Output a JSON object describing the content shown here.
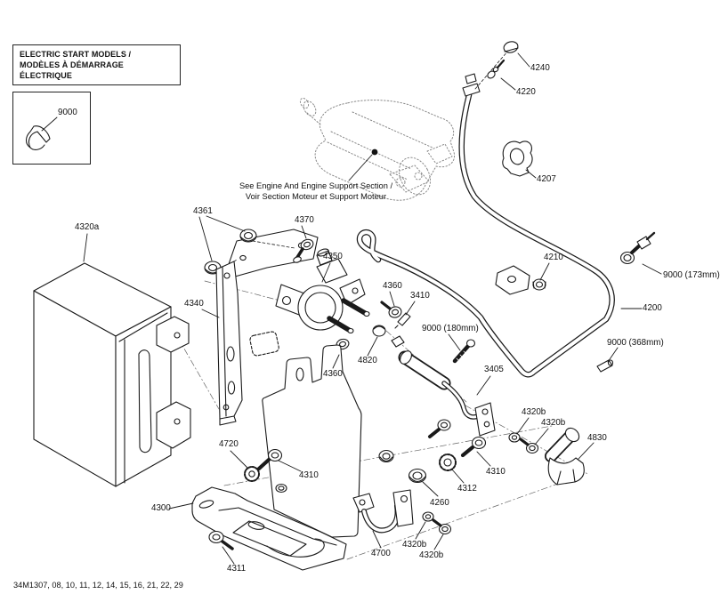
{
  "title_box": {
    "line1": "ELECTRIC START MODELS /",
    "line2": "MODÈLES À DÉMARRAGE ÉLECTRIQUE"
  },
  "inset": {
    "part_label": "9000"
  },
  "engine_note": {
    "line1": "See Engine And Engine Support Section /",
    "line2": "Voir Section Moteur et Support Moteur"
  },
  "footer": {
    "model_list": "34M1307, 08, 10, 11, 12, 14, 15, 16, 21, 22, 29"
  },
  "colors": {
    "line": "#1a1a1a",
    "ghost": "#8a8a8a",
    "dashdot": "#555555",
    "background": "#ffffff"
  },
  "callouts": {
    "battery": "4320a",
    "grommet": "4361",
    "bolt_bracket": "4370",
    "solenoid": "4350",
    "bracket": "4340",
    "bolt_solenoid_upper": "4360",
    "fuse_link": "3410",
    "nut_cable": "4210",
    "strap_173": "9000 (173mm)",
    "battery_cable": "4200",
    "strap_368": "9000 (368mm)",
    "bolt_180": "9000 (180mm)",
    "terminal_cap": "4820",
    "bolt_solenoid_lower": "4360",
    "starter_cable": "3405",
    "cap_top": "4240",
    "bolt_top": "4220",
    "clamp": "4207",
    "lock_washer_front": "4720",
    "bolt_tray_left": "4310",
    "tray": "4300",
    "bolt_tray_front": "4311",
    "bolt_support_right": "4310",
    "lock_washer_right": "4312",
    "bushing": "4260",
    "washer_upper": "4320b",
    "bolt_upper": "4320b",
    "elbow": "4830",
    "ground_strap": "4700",
    "washer_lower": "4320b",
    "bolt_lower": "4320b"
  }
}
